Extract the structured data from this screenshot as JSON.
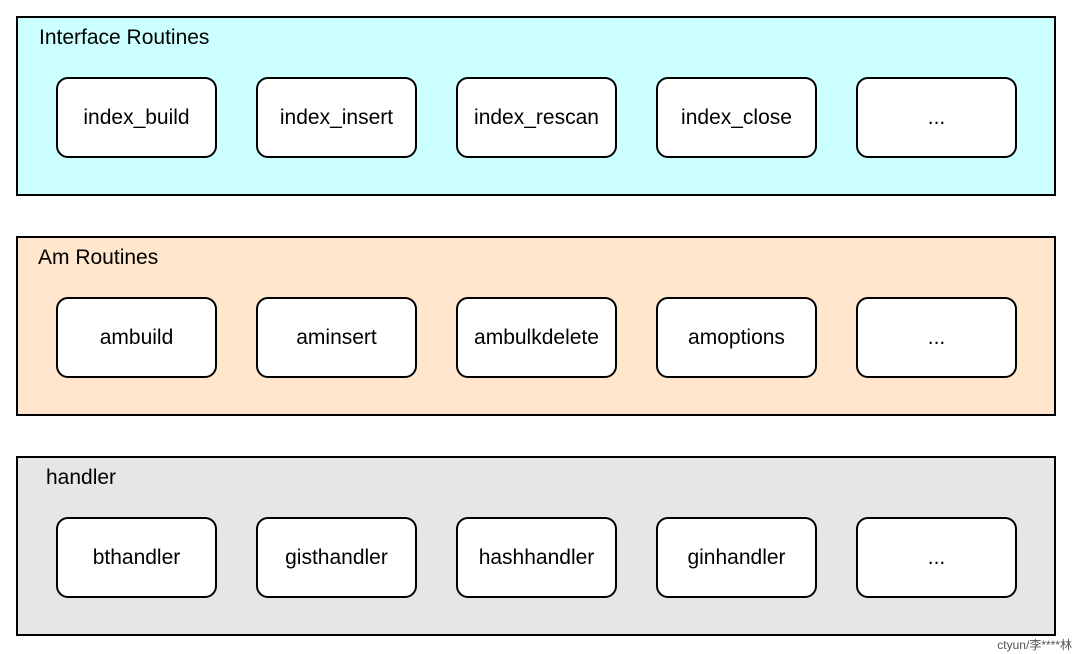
{
  "colors": {
    "interface_fill": "#ccffff",
    "am_fill": "#ffe6cc",
    "handler_fill": "#e6e6e6",
    "box_fill": "#ffffff",
    "stroke": "#000000"
  },
  "layers": [
    {
      "title": "Interface Routines",
      "boxes": [
        "index_build",
        "index_insert",
        "index_rescan",
        "index_close",
        "..."
      ]
    },
    {
      "title": "Am Routines",
      "boxes": [
        "ambuild",
        "aminsert",
        "ambulkdelete",
        "amoptions",
        "..."
      ]
    },
    {
      "title": "handler",
      "boxes": [
        "bthandler",
        "gisthandler",
        "hashhandler",
        "ginhandler",
        "..."
      ]
    }
  ],
  "watermark": "ctyun/李****林"
}
